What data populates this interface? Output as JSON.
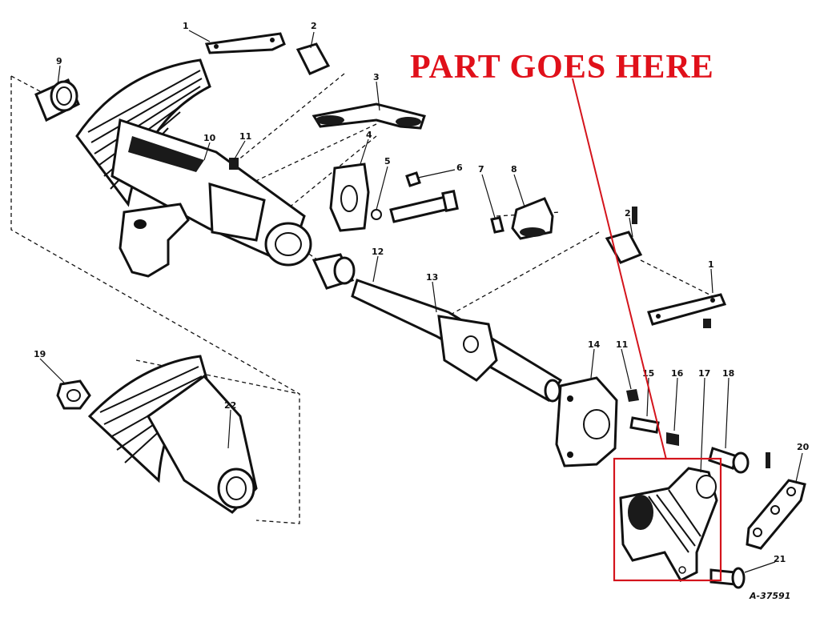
{
  "annotation": {
    "text": "PART GOES HERE",
    "color": "#e0101a"
  },
  "drawing_id": "A-37591",
  "callouts": {
    "c1a": "1",
    "c2a": "2",
    "c3": "3",
    "c4": "4",
    "c5": "5",
    "c6": "6",
    "c7": "7",
    "c8": "8",
    "c9": "9",
    "c10": "10",
    "c11a": "11",
    "c12": "12",
    "c13": "13",
    "c14": "14",
    "c11b": "11",
    "c15": "15",
    "c16": "16",
    "c17": "17",
    "c18": "18",
    "c19": "19",
    "c20": "20",
    "c21": "21",
    "c22": "22",
    "c2b": "2",
    "c1b": "1"
  }
}
